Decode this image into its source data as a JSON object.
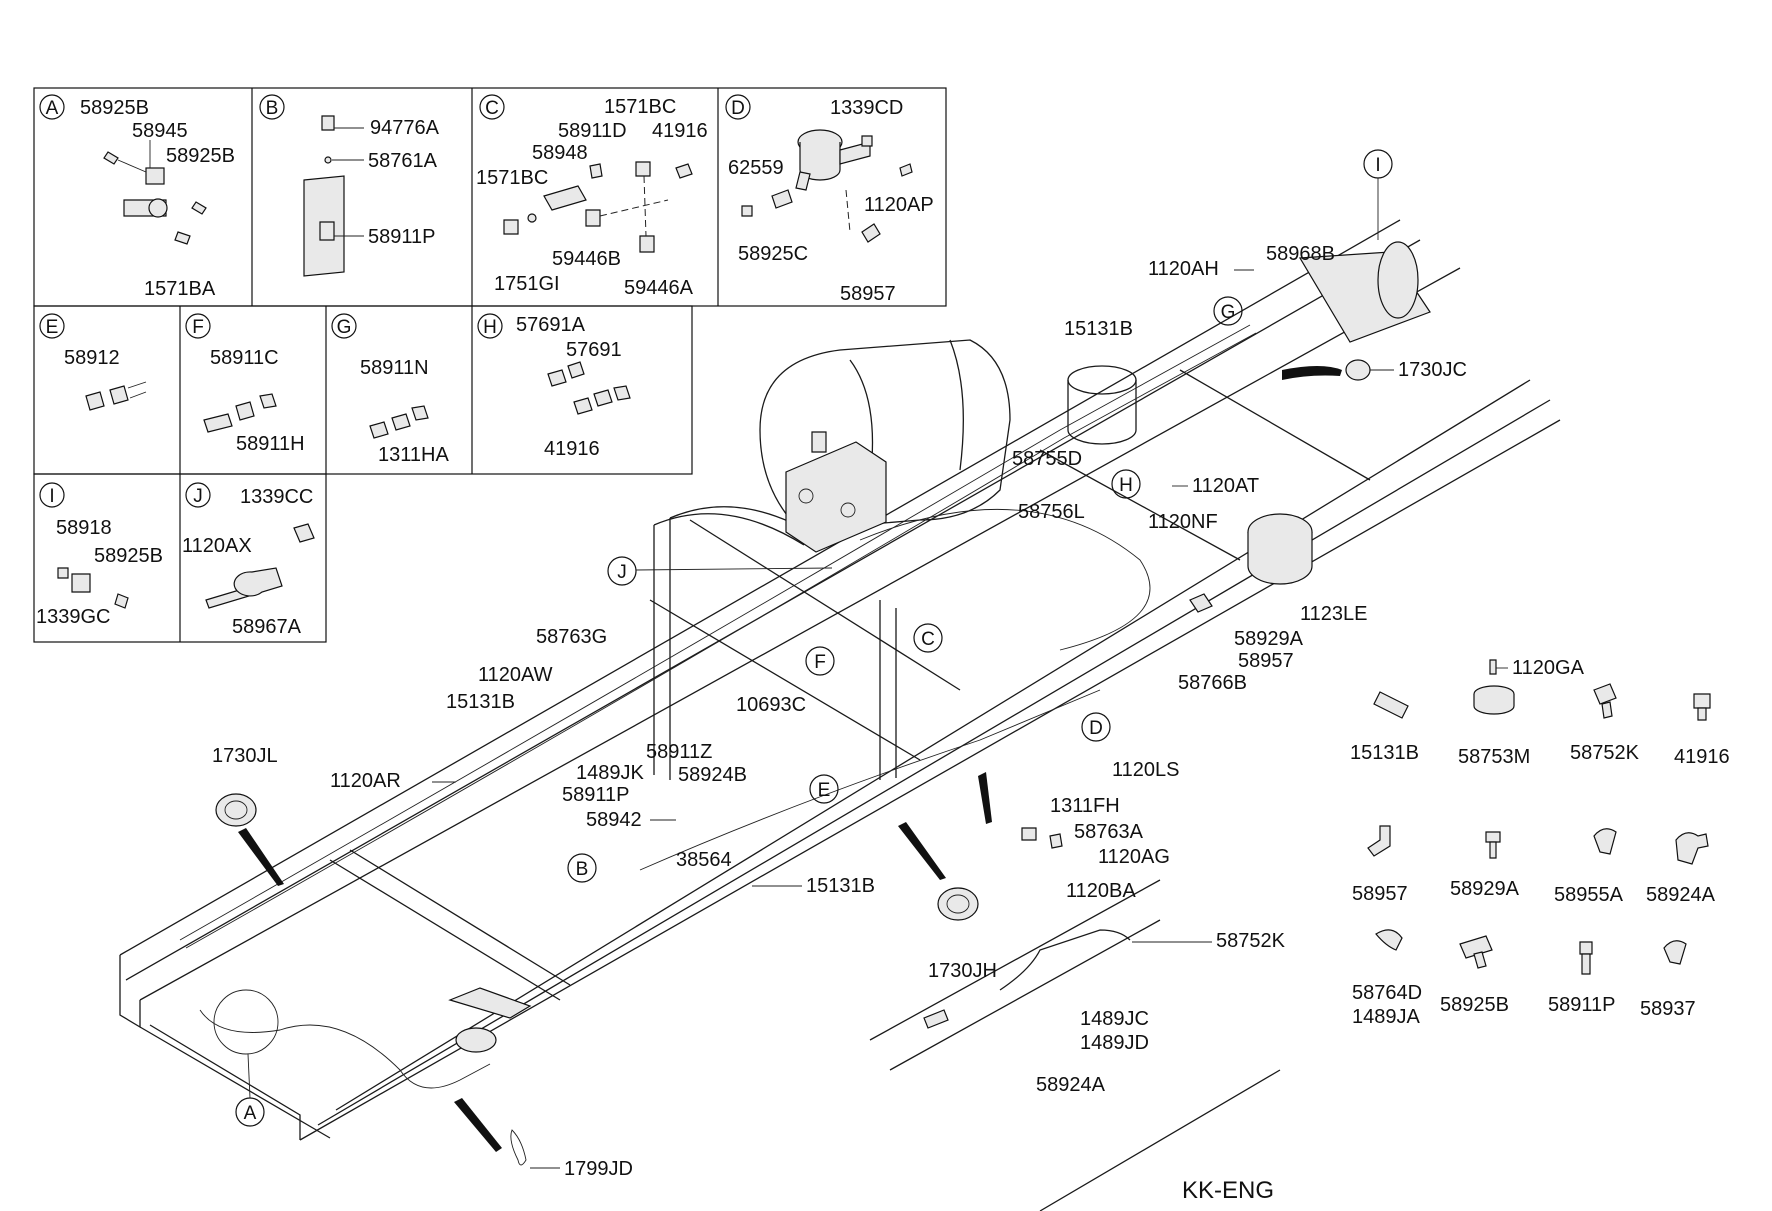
{
  "footer": {
    "code": "KK-ENG"
  },
  "insets": {
    "A": {
      "letter": "A",
      "labels": [
        "58925B",
        "58945",
        "58925B",
        "1571BA"
      ]
    },
    "B": {
      "letter": "B",
      "labels": [
        "94776A",
        "58761A",
        "58911P"
      ]
    },
    "C": {
      "letter": "C",
      "labels": [
        "1571BC",
        "58911D",
        "41916",
        "58948",
        "1571BC",
        "59446B",
        "1751GI",
        "59446A"
      ]
    },
    "D": {
      "letter": "D",
      "labels": [
        "1339CD",
        "62559",
        "1120AP",
        "58925C",
        "58957"
      ]
    },
    "E": {
      "letter": "E",
      "labels": [
        "58912"
      ]
    },
    "F": {
      "letter": "F",
      "labels": [
        "58911C",
        "58911H"
      ]
    },
    "G": {
      "letter": "G",
      "labels": [
        "58911N",
        "1311HA"
      ]
    },
    "H": {
      "letter": "H",
      "labels": [
        "57691A",
        "57691",
        "41916"
      ]
    },
    "I": {
      "letter": "I",
      "labels": [
        "58918",
        "58925B",
        "1339GC"
      ]
    },
    "J": {
      "letter": "J",
      "labels": [
        "1339CC",
        "1120AX",
        "58967A"
      ]
    }
  },
  "callouts": {
    "I": "I",
    "G": "G",
    "H": "H",
    "J": "J",
    "C": "C",
    "F": "F",
    "D": "D",
    "E": "E",
    "B": "B",
    "A": "A"
  },
  "labels": [
    "1120AH",
    "58968B",
    "15131B",
    "1730JC",
    "58755D",
    "58756L",
    "1120AT",
    "1120NF",
    "1123LE",
    "58929A",
    "58957",
    "58766B",
    "58763G",
    "1120AW",
    "15131B",
    "10693C",
    "1730JL",
    "1120AR",
    "1489JK",
    "58911P",
    "58911Z",
    "58924B",
    "58942",
    "38564",
    "15131B",
    "1120LS",
    "1311FH",
    "58763A",
    "1120AG",
    "1120BA",
    "58752K",
    "1730JH",
    "1489JC",
    "1489JD",
    "58924A",
    "1799JD"
  ],
  "parts_grid": [
    "1120GA",
    "15131B",
    "58753M",
    "58752K",
    "41916",
    "58957",
    "58929A",
    "58955A",
    "58924A",
    "58764D",
    "1489JA",
    "58925B",
    "58911P",
    "58937"
  ]
}
